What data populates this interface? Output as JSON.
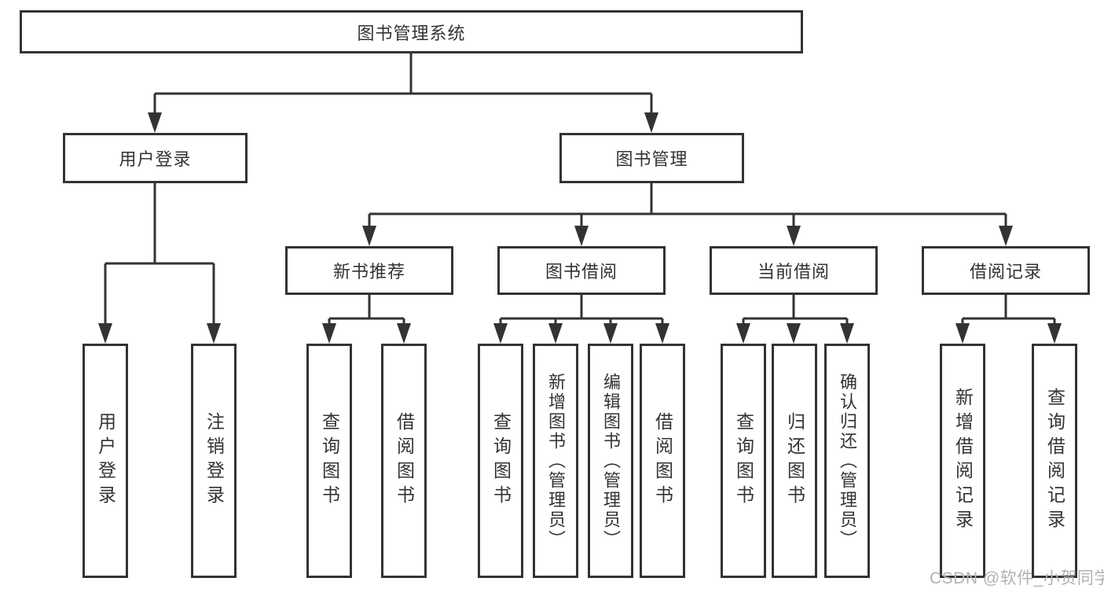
{
  "tree": {
    "root": "图书管理系统",
    "level2": [
      "用户登录",
      "图书管理"
    ],
    "level3": [
      "新书推荐",
      "图书借阅",
      "当前借阅",
      "借阅记录"
    ],
    "leaves": {
      "user_login": [
        "用户登录",
        "注销登录"
      ],
      "new_book_recommend": [
        "查询图书",
        "借阅图书"
      ],
      "book_borrow": [
        "查询图书",
        "新增图书（管理员）",
        "编辑图书（管理员）",
        "借阅图书"
      ],
      "current_borrow": [
        "查询图书",
        "归还图书",
        "确认归还（管理员）"
      ],
      "borrow_records": [
        "新增借阅记录",
        "查询借阅记录"
      ]
    }
  },
  "watermark": "CSDN @软件_小贺同学",
  "colors": {
    "line": "#333333",
    "text": "#333333",
    "watermark": "#b2b2b2",
    "background": "#ffffff"
  }
}
